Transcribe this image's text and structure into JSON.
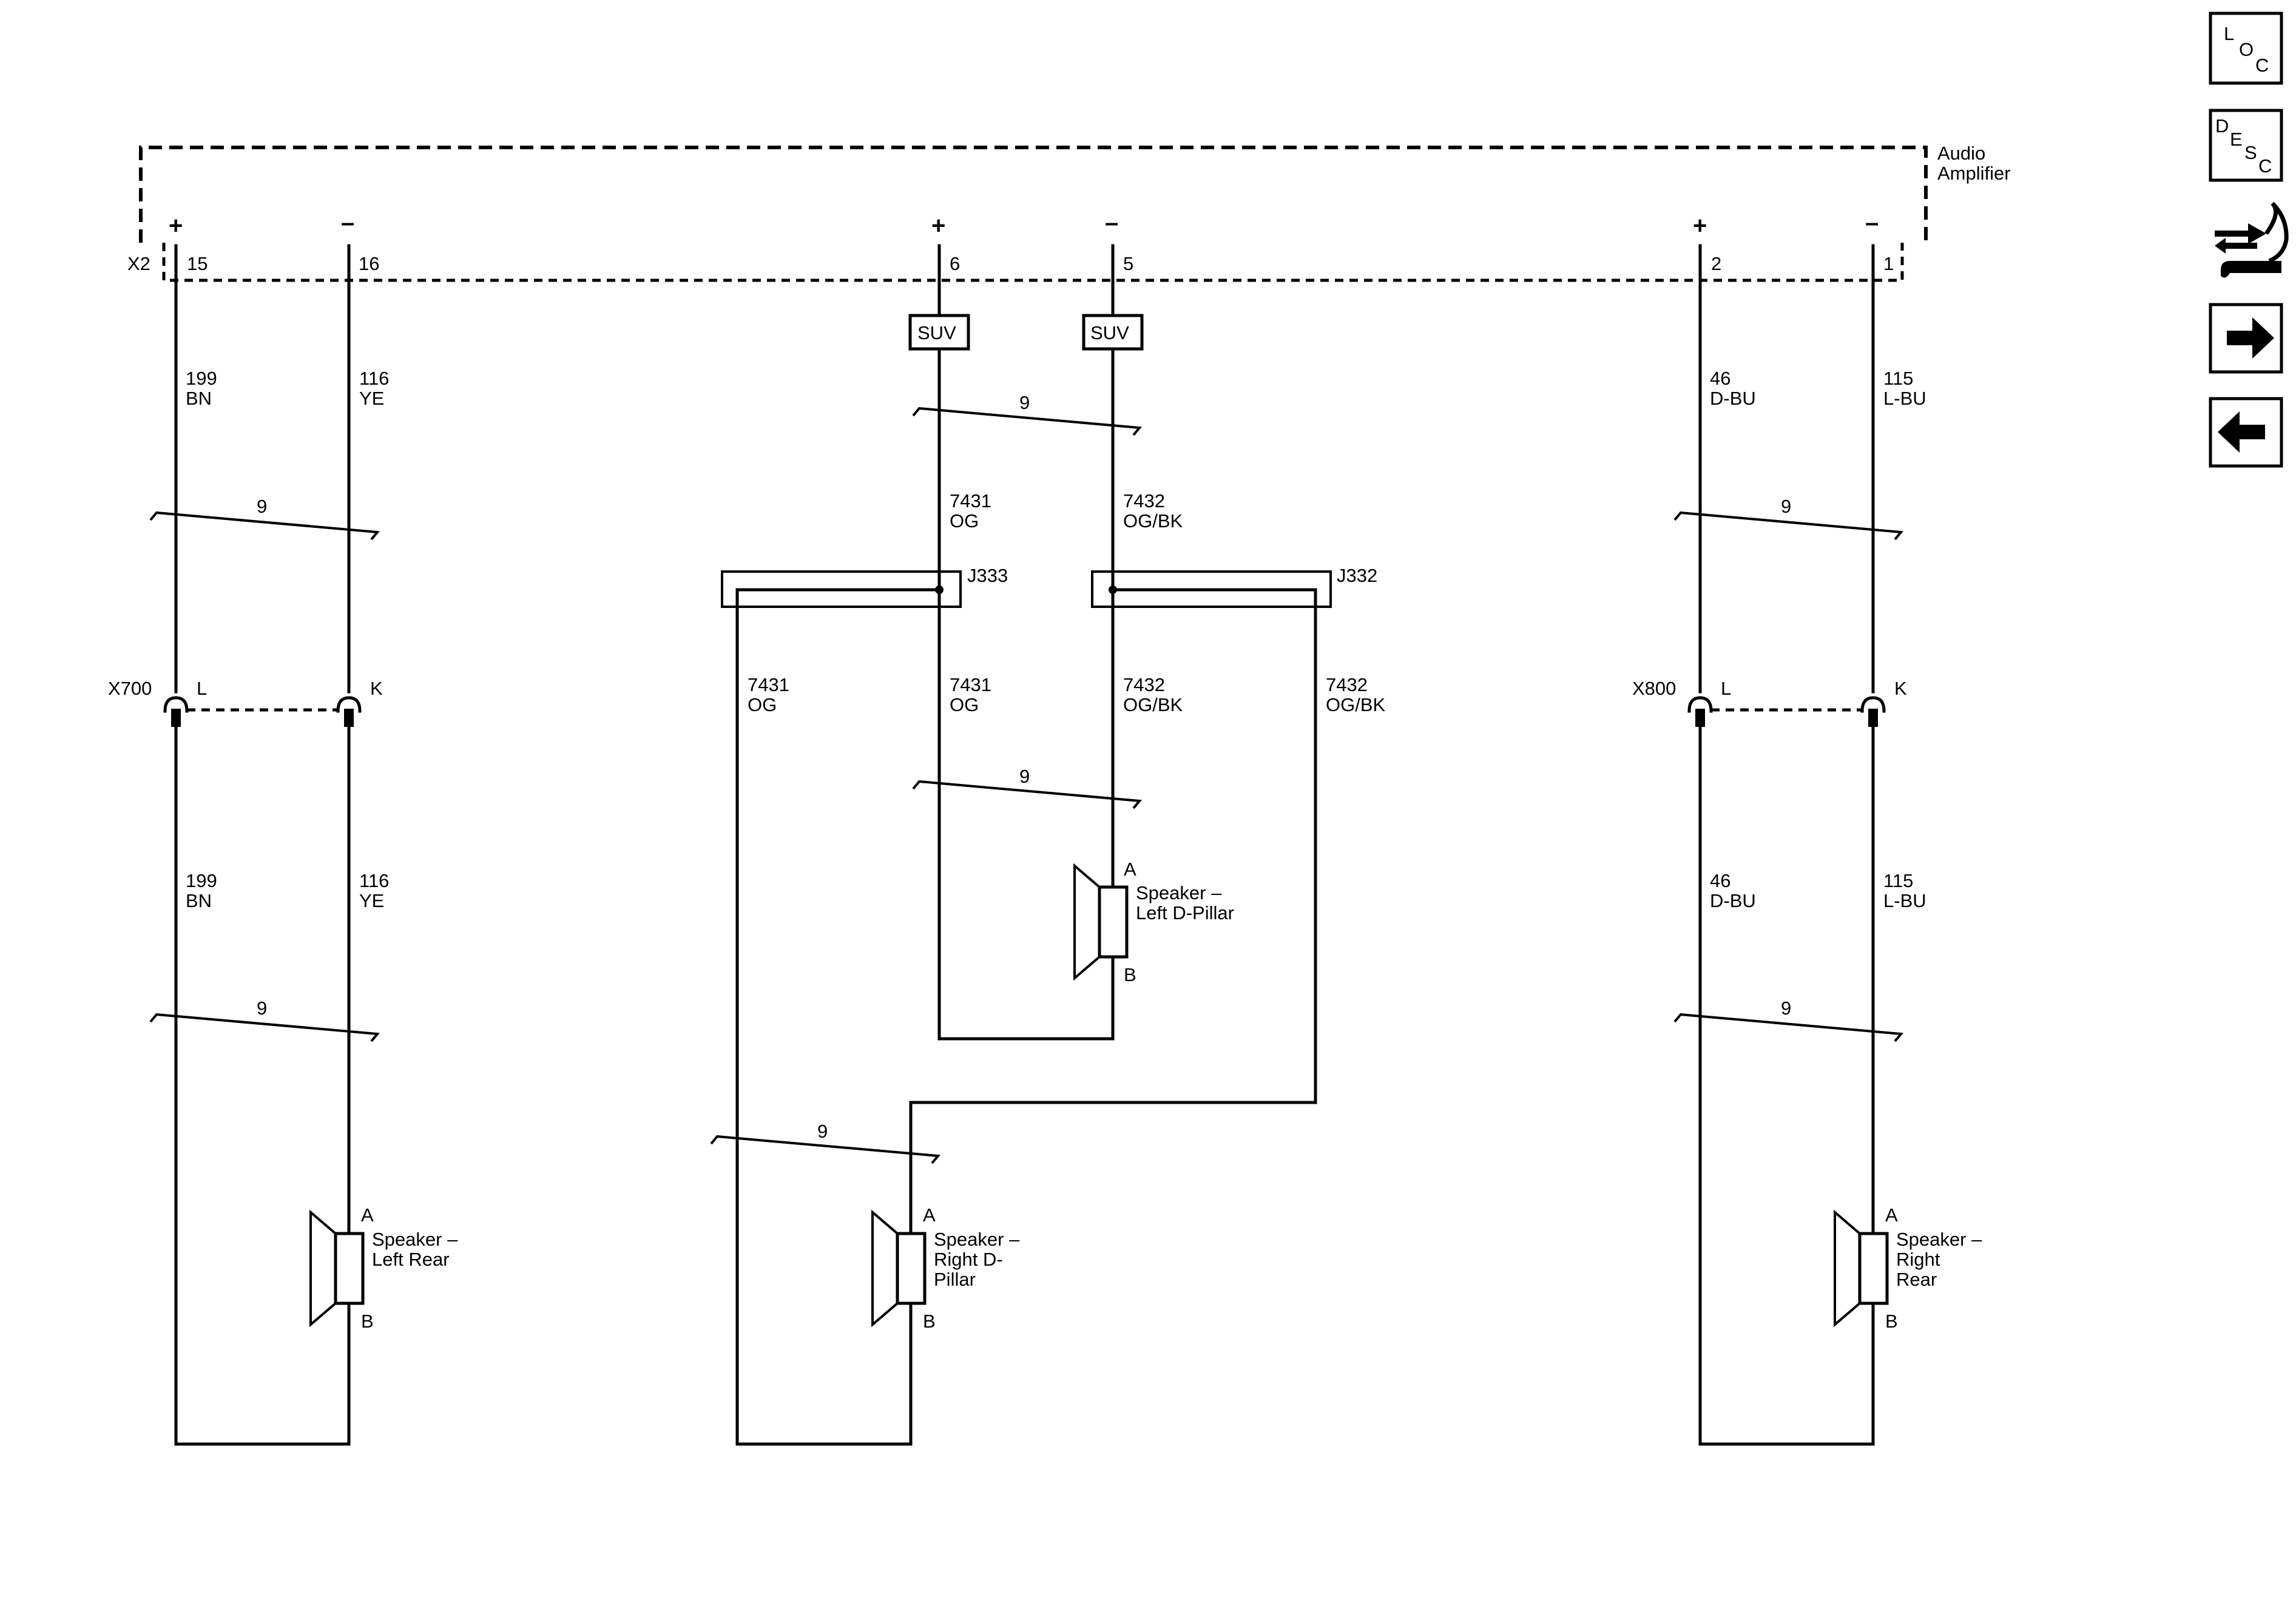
{
  "amplifier": {
    "name_line1": "Audio",
    "name_line2": "Amplifier",
    "connector": "X2"
  },
  "terminals": [
    {
      "pin": "15",
      "polarity": "+"
    },
    {
      "pin": "16",
      "polarity": "–"
    },
    {
      "pin": "6",
      "polarity": "+"
    },
    {
      "pin": "5",
      "polarity": "–"
    },
    {
      "pin": "2",
      "polarity": "+"
    },
    {
      "pin": "1",
      "polarity": "–"
    }
  ],
  "option_tag": "SUV",
  "twist": "9",
  "wires": {
    "w199": {
      "circuit": "199",
      "color": "BN"
    },
    "w116": {
      "circuit": "116",
      "color": "YE"
    },
    "w7431": {
      "circuit": "7431",
      "color": "OG"
    },
    "w7432": {
      "circuit": "7432",
      "color": "OG/BK"
    },
    "w46": {
      "circuit": "46",
      "color": "D-BU"
    },
    "w115": {
      "circuit": "115",
      "color": "L-BU"
    }
  },
  "splices": {
    "left": "J333",
    "right": "J332"
  },
  "inline_connectors": {
    "left": {
      "name": "X700",
      "pin_a": "L",
      "pin_b": "K"
    },
    "right": {
      "name": "X800",
      "pin_a": "L",
      "pin_b": "K"
    }
  },
  "speakers": {
    "left_rear": {
      "line1": "Speaker –",
      "line2": "Left Rear",
      "line3": "",
      "pin_a": "A",
      "pin_b": "B"
    },
    "left_dpillar": {
      "line1": "Speaker –",
      "line2": "Left D-Pillar",
      "line3": "",
      "pin_a": "A",
      "pin_b": "B"
    },
    "right_dpillar": {
      "line1": "Speaker –",
      "line2": "Right D-",
      "line3": "Pillar",
      "pin_a": "A",
      "pin_b": "B"
    },
    "right_rear": {
      "line1": "Speaker –",
      "line2": "Right",
      "line3": "Rear",
      "pin_a": "A",
      "pin_b": "B"
    }
  },
  "nav": {
    "loc": {
      "l1": "L",
      "l2": "O",
      "l3": "C"
    },
    "desc": {
      "l1": "D",
      "l2": "E",
      "l3": "S",
      "l4": "C"
    }
  }
}
